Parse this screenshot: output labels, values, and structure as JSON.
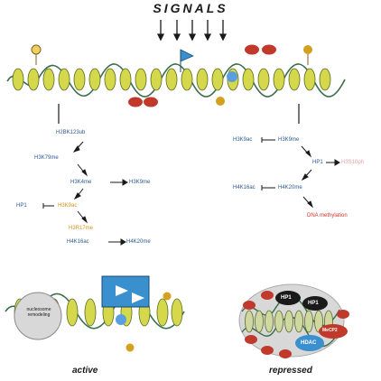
{
  "header": {
    "title": "SIGNALS"
  },
  "active_pathway": {
    "step1": "H2BK123ub",
    "step2": "H3K79me",
    "step3_left": "H3K4me",
    "step3_right": "H3K9me",
    "step4_left": "HP1",
    "step4_right": "H3K9ac",
    "step5": "H3R17me",
    "step6_left": "H4K16ac",
    "step6_right": "H4K20me"
  },
  "repressed_pathway": {
    "step1_left": "H3K9ac",
    "step1_right": "H3K9me",
    "step2_left": "HP1",
    "step2_right": "H3S10ph",
    "step3_left": "H4K16ac",
    "step3_right": "H4K20me",
    "step4": "DNA methylation"
  },
  "active_scene": {
    "remodeler_label": "nucleosome remodeling",
    "caption": "active"
  },
  "repressed_scene": {
    "hp1_label_1": "HP1",
    "hp1_label_2": "HP1",
    "hdac_label": "HDAC",
    "mecp2_label": "MeCP2",
    "caption": "repressed"
  },
  "colors": {
    "nucleosome": "#d4d84a",
    "dna": "#3a6e4a",
    "me_mark": "#c0392b",
    "ac_mark": "#d4a01f",
    "ub_mark": "#5a9ee0",
    "tf_blue": "#3a8fcf",
    "hp1_black": "#1a1a1a",
    "hdac_blue": "#3a8fcf",
    "gray_bg": "#d8d8d8"
  }
}
